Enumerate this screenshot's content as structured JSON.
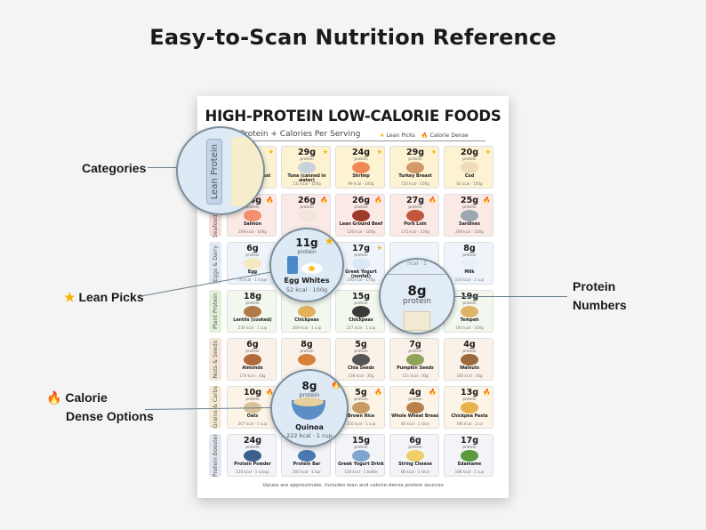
{
  "headline": "Easy-to-Scan Nutrition Reference",
  "poster": {
    "title": "HIGH-PROTEIN LOW-CALORIE FOODS",
    "subtitle": "Protein + Calories Per Serving",
    "legend": {
      "lean": "Lean Picks",
      "dense": "Calorie Dense"
    },
    "protein_label": "protein",
    "footnote": "Values are approximate. Includes lean and calorie-dense protein sources",
    "rows": [
      {
        "label": "Lean Protein",
        "color": "#fbefc6",
        "items": [
          {
            "protein": "",
            "name": "Chicken Breast",
            "kcal": "",
            "badge": "star",
            "icon": "#e0b07a",
            "bg": "#fdf3d2"
          },
          {
            "protein": "29g",
            "name": "Tuna (canned in water)",
            "kcal": "132 kcal · 100g",
            "badge": "star",
            "icon": "#c9d3db",
            "bg": "#fdf3d2"
          },
          {
            "protein": "24g",
            "name": "Shrimp",
            "kcal": "99 kcal · 100g",
            "badge": "star",
            "icon": "#f08a55",
            "bg": "#fdf3d2"
          },
          {
            "protein": "29g",
            "name": "Turkey Breast",
            "kcal": "135 kcal · 100g",
            "badge": "star",
            "icon": "#d29a6a",
            "bg": "#fdf3d2"
          },
          {
            "protein": "20g",
            "name": "Cod",
            "kcal": "82 kcal · 100g",
            "badge": "star",
            "icon": "#eedcb8",
            "bg": "#fdf3d2"
          }
        ]
      },
      {
        "label": "Seafood & Meat",
        "color": "#f7dcd6",
        "items": [
          {
            "protein": "25g",
            "name": "Salmon",
            "kcal": "208 kcal · 100g",
            "badge": "fire",
            "icon": "#f29070",
            "bg": "#fbe9e5"
          },
          {
            "protein": "26g",
            "name": "",
            "kcal": "",
            "badge": "fire",
            "icon": "#f1e6dc",
            "bg": "#fbe9e5"
          },
          {
            "protein": "26g",
            "name": "Lean Ground Beef",
            "kcal": "126 kcal · 100g",
            "badge": "fire",
            "icon": "#9c3b2c",
            "bg": "#fbe9e5"
          },
          {
            "protein": "27g",
            "name": "Pork Loin",
            "kcal": "172 kcal · 100g",
            "badge": "fire",
            "icon": "#c4563d",
            "bg": "#fbe9e5"
          },
          {
            "protein": "25g",
            "name": "Sardines",
            "kcal": "208 kcal · 100g",
            "badge": "fire",
            "icon": "#9aa7b0",
            "bg": "#fbe9e5"
          }
        ]
      },
      {
        "label": "Eggs & Dairy",
        "color": "#dfeaf5",
        "items": [
          {
            "protein": "6g",
            "name": "Egg",
            "kcal": "70 kcal · 1 large",
            "badge": "",
            "icon": "#f6e8c4",
            "bg": "#eef4fa"
          },
          {
            "protein": "",
            "name": "",
            "kcal": "",
            "badge": "",
            "icon": "#f5f5f5",
            "bg": "#eef4fa"
          },
          {
            "protein": "17g",
            "name": "Greek Yogurt (nonfat)",
            "kcal": "100 kcal · 170g",
            "badge": "star",
            "icon": "#dbe8f3",
            "bg": "#eef4fa"
          },
          {
            "protein": "",
            "name": "",
            "kcal": "",
            "badge": "",
            "icon": "#f4ecd6",
            "bg": "#eef4fa"
          },
          {
            "protein": "8g",
            "name": "Milk",
            "kcal": "103 kcal · 1 cup",
            "badge": "",
            "icon": "#e9f1f8",
            "bg": "#eef4fa"
          }
        ]
      },
      {
        "label": "Plant Protein",
        "color": "#e2efd9",
        "items": [
          {
            "protein": "18g",
            "name": "Lentils (cooked)",
            "kcal": "230 kcal · 1 cup",
            "badge": "",
            "icon": "#b07a48",
            "bg": "#f3f8ef"
          },
          {
            "protein": "",
            "name": "Chickpeas",
            "kcal": "269 kcal · 1 cup",
            "badge": "",
            "icon": "#e2b15c",
            "bg": "#f3f8ef"
          },
          {
            "protein": "15g",
            "name": "Chickpeas",
            "kcal": "227 kcal · 1 cup",
            "badge": "",
            "icon": "#3a3a3a",
            "bg": "#f3f8ef"
          },
          {
            "protein": "",
            "name": "",
            "kcal": "",
            "badge": "",
            "icon": "#f2e6c8",
            "bg": "#f3f8ef"
          },
          {
            "protein": "19g",
            "name": "Tempeh",
            "kcal": "193 kcal · 100g",
            "badge": "",
            "icon": "#e0b26a",
            "bg": "#f3f8ef"
          }
        ]
      },
      {
        "label": "Nuts & Seeds",
        "color": "#f4e6d6",
        "items": [
          {
            "protein": "6g",
            "name": "Almonds",
            "kcal": "174 kcal · 30g",
            "badge": "",
            "icon": "#b06a3c",
            "bg": "#faf2e9"
          },
          {
            "protein": "8g",
            "name": "",
            "kcal": "",
            "badge": "",
            "icon": "#d6823c",
            "bg": "#faf2e9"
          },
          {
            "protein": "5g",
            "name": "Chia Seeds",
            "kcal": "138 kcal · 30g",
            "badge": "",
            "icon": "#555555",
            "bg": "#faf2e9"
          },
          {
            "protein": "7g",
            "name": "Pumpkin Seeds",
            "kcal": "151 kcal · 30g",
            "badge": "",
            "icon": "#8fa35a",
            "bg": "#faf2e9"
          },
          {
            "protein": "4g",
            "name": "Walnuts",
            "kcal": "185 kcal · 30g",
            "badge": "",
            "icon": "#9c6a40",
            "bg": "#faf2e9"
          }
        ]
      },
      {
        "label": "Grains & Carbs",
        "color": "#f6ead3",
        "items": [
          {
            "protein": "10g",
            "name": "Oats",
            "kcal": "307 kcal · 1 cup",
            "badge": "fire",
            "icon": "#d9c39a",
            "bg": "#fbf4e7"
          },
          {
            "protein": "",
            "name": "",
            "kcal": "",
            "badge": "",
            "icon": "#e3d08a",
            "bg": "#fbf4e7"
          },
          {
            "protein": "5g",
            "name": "Brown Rice",
            "kcal": "216 kcal · 1 cup",
            "badge": "fire",
            "icon": "#c89a66",
            "bg": "#fbf4e7"
          },
          {
            "protein": "4g",
            "name": "Whole Wheat Bread",
            "kcal": "80 kcal · 1 slice",
            "badge": "fire",
            "icon": "#b8804a",
            "bg": "#fbf4e7"
          },
          {
            "protein": "13g",
            "name": "Chickpea Pasta",
            "kcal": "190 kcal · 2 oz",
            "badge": "fire",
            "icon": "#e8b24a",
            "bg": "#fbf4e7"
          }
        ]
      },
      {
        "label": "Protein Booster",
        "color": "#e2e6ef",
        "items": [
          {
            "protein": "24g",
            "name": "Protein Powder",
            "kcal": "120 kcal · 1 scoop",
            "badge": "",
            "icon": "#3c5f8c",
            "bg": "#f2f4f8"
          },
          {
            "protein": "",
            "name": "Protein Bar",
            "kcal": "200 kcal · 1 bar",
            "badge": "star",
            "icon": "#4a78b0",
            "bg": "#f2f4f8"
          },
          {
            "protein": "15g",
            "name": "Greek Yogurt Drink",
            "kcal": "130 kcal · 1 bottle",
            "badge": "",
            "icon": "#7fa6cf",
            "bg": "#f2f4f8"
          },
          {
            "protein": "6g",
            "name": "String Cheese",
            "kcal": "80 kcal · 1 stick",
            "badge": "",
            "icon": "#f0cf6a",
            "bg": "#f2f4f8"
          },
          {
            "protein": "17g",
            "name": "Edamame",
            "kcal": "188 kcal · 1 cup",
            "badge": "",
            "icon": "#5a9a3c",
            "bg": "#f2f4f8"
          }
        ]
      }
    ]
  },
  "callouts": {
    "categories": "Categories",
    "lean_picks": "Lean Picks",
    "protein_numbers_1": "Protein",
    "protein_numbers_2": "Numbers",
    "calorie_1": "Calorie",
    "calorie_2": "Dense Options"
  },
  "lenses": {
    "category": {
      "label": "Lean Protein"
    },
    "egg_whites": {
      "protein": "11g",
      "unit": "protein",
      "name": "Egg Whites",
      "kcal": "52 kcal · 100g"
    },
    "tofu": {
      "protein": "8g",
      "unit": "protein",
      "partial": "ncal · 1",
      "icon": "#f3ead2"
    },
    "quinoa": {
      "protein": "8g",
      "unit": "protein",
      "name": "Quinoa",
      "kcal": "222 kcal · 1 cup"
    }
  },
  "colors": {
    "line": "#6b7f8c",
    "lens_bg": "#dde9f5",
    "star": "#f2b600",
    "fire": "#e8541c"
  }
}
